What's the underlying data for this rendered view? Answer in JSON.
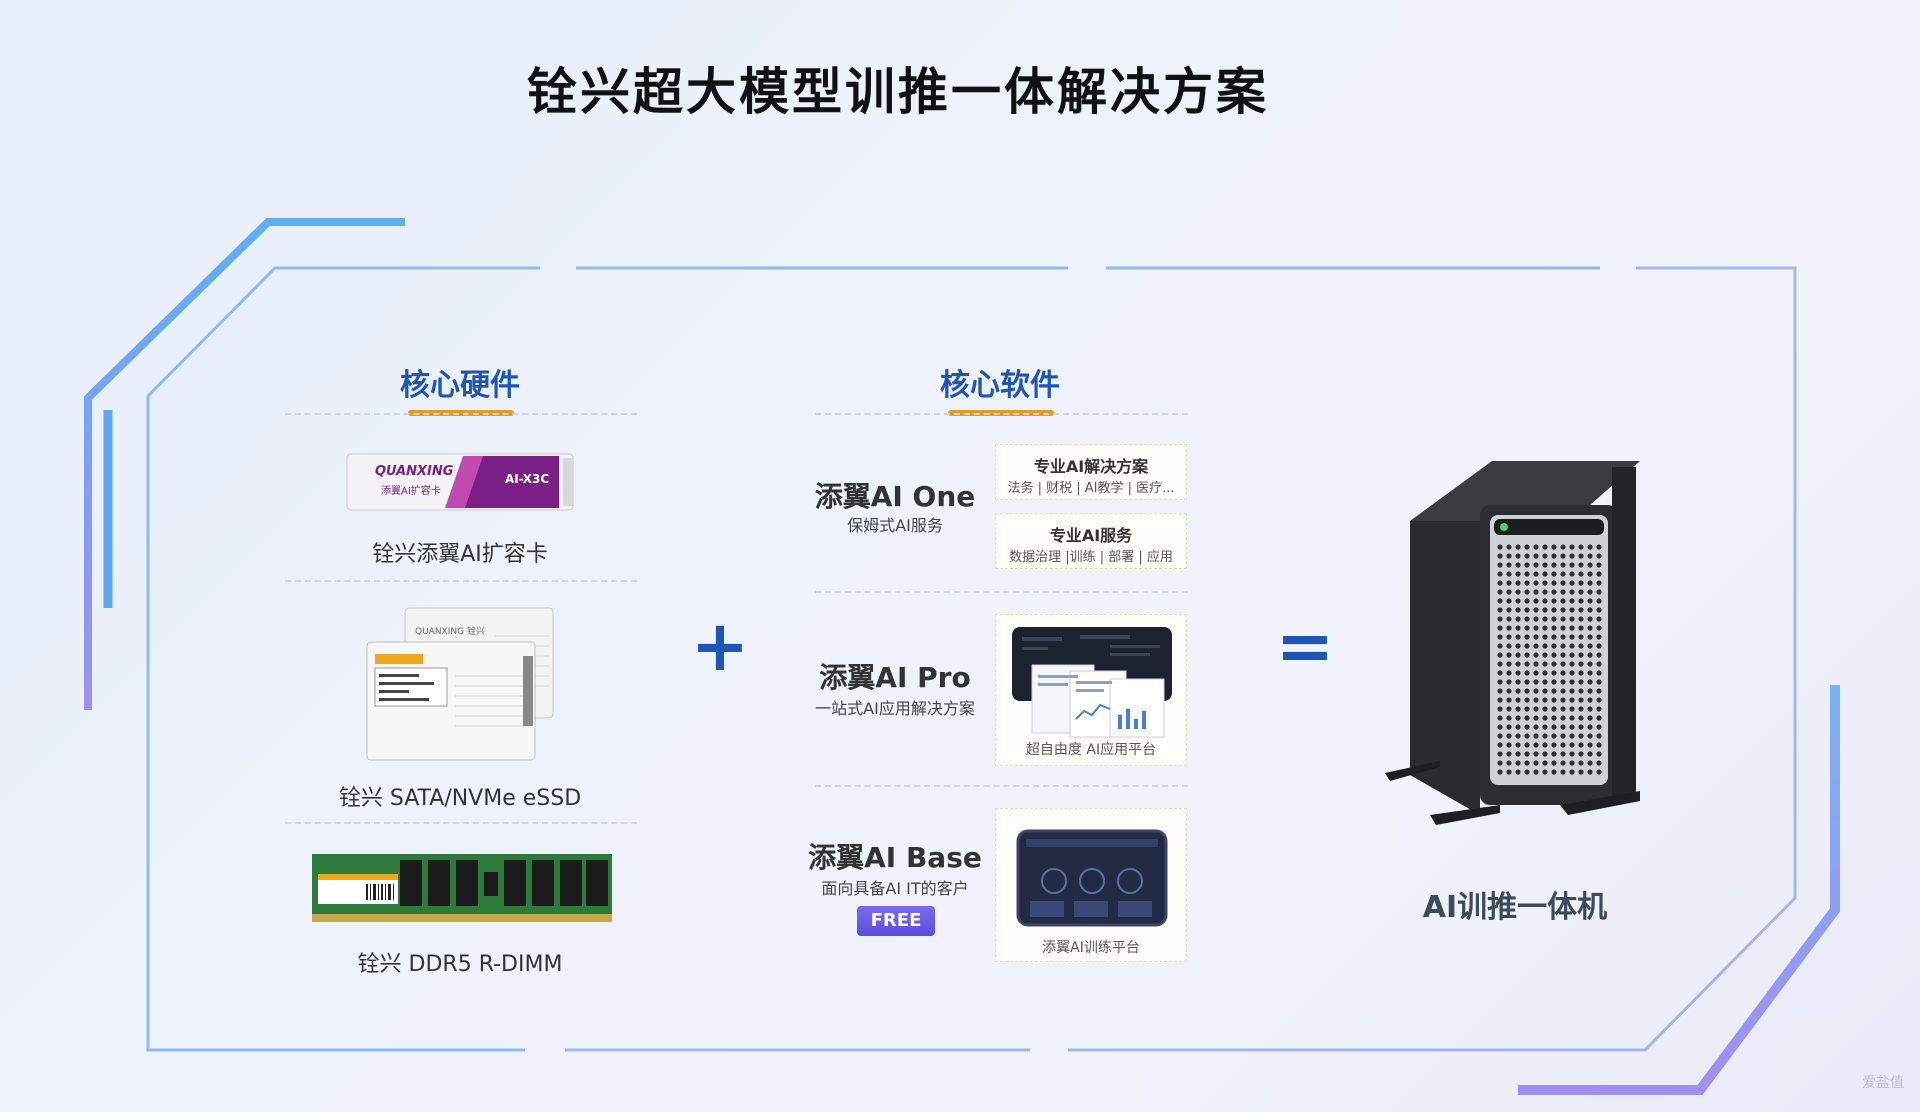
{
  "title": "铨兴超大模型训推一体解决方案",
  "hardware": {
    "heading": "核心硬件",
    "items": [
      {
        "caption": "铨兴添翼AI扩容卡",
        "card_brand": "QUANXING",
        "card_subtitle": "添翼AI扩容卡",
        "card_model": "AI-X3C"
      },
      {
        "caption": "铨兴 SATA/NVMe eSSD",
        "ssd_brand": "QUANXING 铨兴"
      },
      {
        "caption": "铨兴 DDR5 R-DIMM"
      }
    ]
  },
  "plus": "+",
  "software": {
    "heading": "核心软件",
    "products": [
      {
        "name": "添翼AI One",
        "subtitle": "保姆式AI服务",
        "cards": [
          {
            "title": "专业AI解决方案",
            "sub": "法务 | 财税 | AI教学 | 医疗..."
          },
          {
            "title": "专业AI服务",
            "sub": "数据治理 |训练 | 部署 | 应用"
          }
        ]
      },
      {
        "name": "添翼AI Pro",
        "subtitle": "一站式AI应用解决方案",
        "card_caption": "超自由度 AI应用平台"
      },
      {
        "name": "添翼AI Base",
        "subtitle": "面向具备AI IT的客户",
        "badge": "FREE",
        "card_caption": "添翼AI训练平台"
      }
    ]
  },
  "equals": "=",
  "machine": {
    "caption": "AI训推一体机"
  },
  "watermark": "爱盐值",
  "colors": {
    "accent_blue": "#1f56b3",
    "accent_orange": "#e89a1d",
    "frame_blue": "#6fa9e8",
    "frame_purple": "#9b93ee"
  }
}
